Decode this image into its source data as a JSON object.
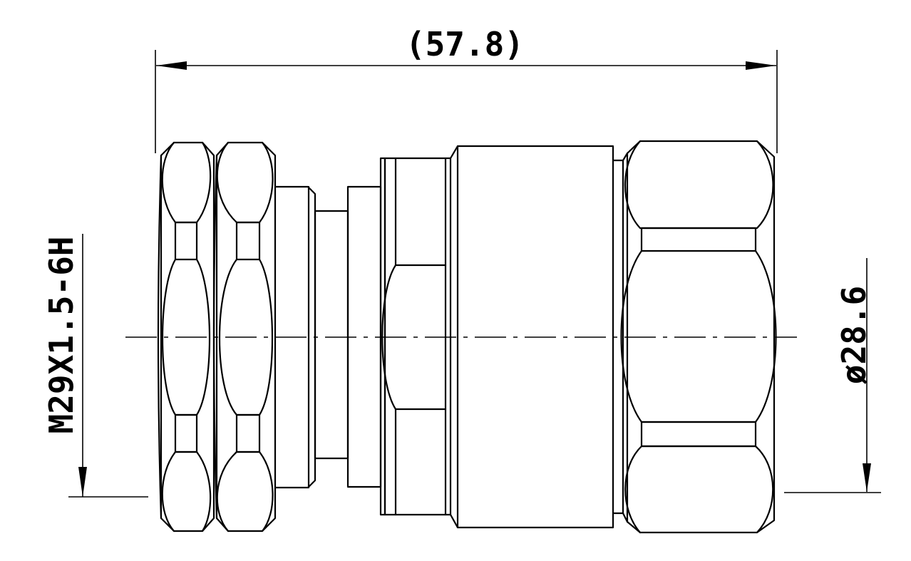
{
  "dimensions": {
    "overall_length": "(57.8)",
    "thread": "M29X1.5-6H",
    "diameter": "ø28.6"
  }
}
